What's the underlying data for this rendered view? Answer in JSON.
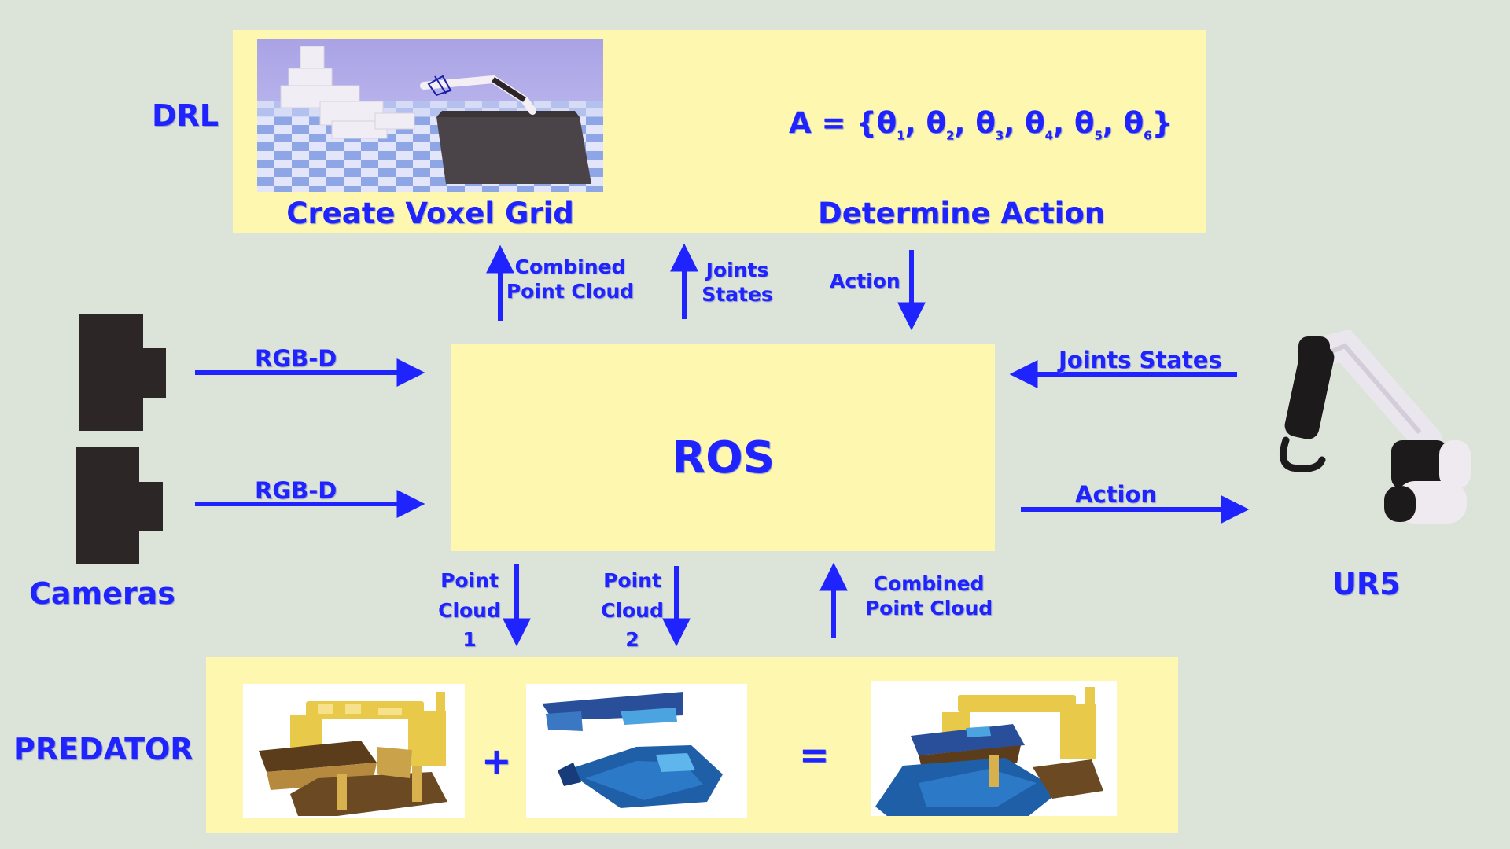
{
  "drl": {
    "label": "DRL",
    "voxel_caption": "Create Voxel Grid",
    "action_caption": "Determine Action",
    "formula": {
      "prefix": "A = {",
      "terms": [
        {
          "sym": "θ",
          "sub": "1"
        },
        {
          "sym": "θ",
          "sub": "2"
        },
        {
          "sym": "θ",
          "sub": "3"
        },
        {
          "sym": "θ",
          "sub": "4"
        },
        {
          "sym": "θ",
          "sub": "5"
        },
        {
          "sym": "θ",
          "sub": "6"
        }
      ],
      "separator": ", ",
      "suffix": "}"
    }
  },
  "ros": {
    "label": "ROS"
  },
  "cameras": {
    "label": "Cameras"
  },
  "ur5": {
    "label": "UR5"
  },
  "predator": {
    "label": "PREDATOR",
    "plus": "+",
    "equals": "="
  },
  "flows": {
    "combined_up_top": [
      "Combined",
      "Point Cloud"
    ],
    "joints_up": [
      "Joints",
      "States"
    ],
    "action_down": "Action",
    "rgbd_1": "RGB-D",
    "rgbd_2": "RGB-D",
    "joints_states_left": "Joints States",
    "action_right": "Action",
    "point_cloud_1": [
      "Point",
      "Cloud",
      "1"
    ],
    "point_cloud_2": [
      "Point",
      "Cloud",
      "2"
    ],
    "combined_up_bottom": [
      "Combined",
      "Point Cloud"
    ]
  },
  "colors": {
    "accent": "#1f24ff",
    "panel": "#fef7b0",
    "background": "#dce4d9",
    "camera": "#2c2627"
  }
}
